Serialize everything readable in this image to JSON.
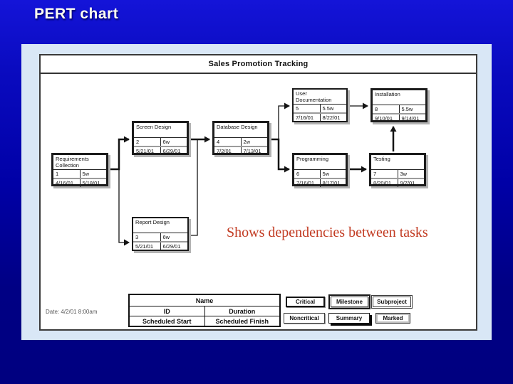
{
  "slide": {
    "title": "PERT chart",
    "caption": "Shows dependencies between tasks"
  },
  "chart": {
    "title": "Sales Promotion Tracking",
    "date_label": "Date: 4/2/01 8:00am",
    "tasks": [
      {
        "name": "Requirements Collection",
        "id": "1",
        "duration": "5w",
        "start": "4/16/01",
        "finish": "5/18/01",
        "critical": true
      },
      {
        "name": "Screen Design",
        "id": "2",
        "duration": "6w",
        "start": "5/21/01",
        "finish": "6/29/01",
        "critical": true
      },
      {
        "name": "Report Design",
        "id": "3",
        "duration": "6w",
        "start": "5/21/01",
        "finish": "6/29/01",
        "critical": false
      },
      {
        "name": "Database Design",
        "id": "4",
        "duration": "2w",
        "start": "7/2/01",
        "finish": "7/13/01",
        "critical": true
      },
      {
        "name": "User Documentation",
        "id": "5",
        "duration": "5.5w",
        "start": "7/16/01",
        "finish": "8/22/01",
        "critical": false
      },
      {
        "name": "Programming",
        "id": "6",
        "duration": "5w",
        "start": "7/16/01",
        "finish": "8/17/01",
        "critical": true
      },
      {
        "name": "Testing",
        "id": "7",
        "duration": "3w",
        "start": "8/20/01",
        "finish": "9/7/01",
        "critical": true
      },
      {
        "name": "Installation",
        "id": "8",
        "duration": "5.5w",
        "start": "9/10/01",
        "finish": "9/14/01",
        "critical": true
      }
    ],
    "dependencies": [
      "1->2",
      "1->3",
      "2->4",
      "3->4",
      "4->5",
      "4->6",
      "5->8",
      "6->7",
      "7->8"
    ],
    "legend_key": {
      "name": "Name",
      "id": "ID",
      "duration": "Duration",
      "start": "Scheduled Start",
      "finish": "Scheduled Finish"
    },
    "legend_buttons": [
      "Critical",
      "Milestone",
      "Subproject",
      "Noncritical",
      "Summary",
      "Marked"
    ]
  },
  "colors": {
    "slide_bg_top": "#1414d8",
    "slide_bg_bottom": "#000080",
    "panel_blue": "#d9e7f6",
    "caption_red": "#c23b22",
    "slide_title_color": "#fffff0"
  }
}
